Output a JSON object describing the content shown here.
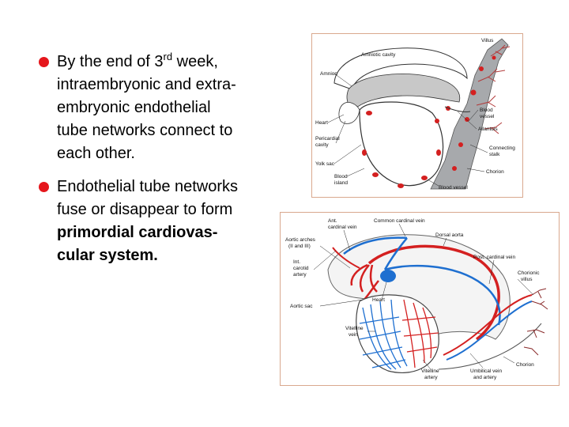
{
  "bullets": [
    {
      "line1": {
        "before": "By the end of 3",
        "sup": "rd",
        "after": " week,"
      },
      "line2": "intraembryonic and extra-",
      "line3": "embryonic endothelial",
      "line4": "tube networks connect to",
      "line5": "each other."
    },
    {
      "line1": "Endothelial tube networks",
      "line2": "fuse or disappear to form",
      "line3": "primordial cardiovas-",
      "line4": "cular system."
    }
  ],
  "figure1": {
    "labels": {
      "villus": "Villus",
      "amniotic_cavity": "Amniotic cavity",
      "amnion": "Amnion",
      "heart": "Heart",
      "pericardial_cavity_1": "Pericardial",
      "pericardial_cavity_2": "cavity",
      "yolk_sac": "Yolk sac",
      "blood_island_1": "Blood",
      "blood_island_2": "island",
      "blood_vessel_1": "Blood",
      "blood_vessel_2": "vessel",
      "blood_vessel_bottom": "Blood vessel",
      "allantois": "Allantois",
      "connecting_stalk_1": "Connecting",
      "connecting_stalk_2": "stalk",
      "chorion": "Chorion"
    }
  },
  "figure2": {
    "labels": {
      "ant_cardinal_vein_1": "Ant.",
      "ant_cardinal_vein_2": "cardinal vein",
      "common_cardinal_vein": "Common cardinal vein",
      "dorsal_aorta": "Dorsal aorta",
      "aortic_arches_1": "Aortic arches",
      "aortic_arches_2": "(II and III)",
      "int_carotid_artery_1": "Int.",
      "int_carotid_artery_2": "carotid",
      "int_carotid_artery_3": "artery",
      "post_cardinal_vein": "Post. cardinal vein",
      "chorionic_villus_1": "Chorionic",
      "chorionic_villus_2": "villus",
      "aortic_sac": "Aortic sac",
      "heart": "Heart",
      "vitelline_vein_1": "Vitelline",
      "vitelline_vein_2": "vein",
      "vitelline_artery_1": "Vitelline",
      "vitelline_artery_2": "artery",
      "umbilical_vein_1": "Umbilical vein",
      "umbilical_vein_2": "and artery",
      "chorion": "Chorion"
    }
  },
  "colors": {
    "bullet": "#e5161c",
    "artery": "#d42020",
    "vein": "#1e6fd0"
  }
}
